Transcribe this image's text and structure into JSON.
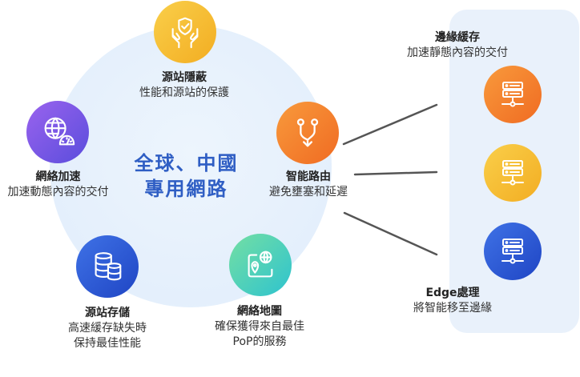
{
  "center": {
    "line1": "全球、中國",
    "line2": "專用網路"
  },
  "nodes": {
    "origin_shield": {
      "title": "源站隱蔽",
      "desc": "性能和源站的保護",
      "icon": "shield-hands-icon"
    },
    "smart_routing": {
      "title": "智能路由",
      "desc": "避免壅塞和延遲",
      "icon": "route-branch-icon"
    },
    "network_map": {
      "title": "網絡地圖",
      "desc1": "確保獲得來自最佳",
      "desc2": "PoP的服務",
      "icon": "map-globe-icon"
    },
    "origin_storage": {
      "title": "源站存儲",
      "desc1": "高速緩存缺失時",
      "desc2": "保持最佳性能",
      "icon": "database-stack-icon"
    },
    "network_accel": {
      "title": "網絡加速",
      "desc": "加速動態內容的交付",
      "icon": "globe-speedometer-icon"
    }
  },
  "edge": {
    "cache_title": "邊緣緩存",
    "cache_desc": "加速靜態內容的交付",
    "compute_title": "Edge處理",
    "compute_desc": "將智能移至邊緣",
    "servers": [
      "server-icon",
      "server-icon",
      "server-icon"
    ]
  },
  "colors": {
    "center_text": "#2f5ec4",
    "yellow": "#f7c034",
    "orange": "#f57c2a",
    "purple": "#7a5ce8",
    "teal": "#3fc9c4",
    "blue": "#2a56d6",
    "panel": "#e9f1fb"
  }
}
